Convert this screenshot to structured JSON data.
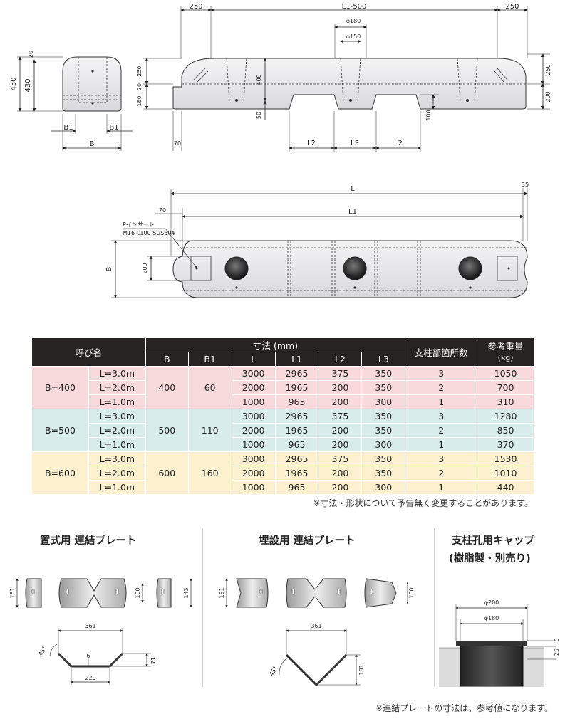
{
  "drawing": {
    "side_view": {
      "top_dims": [
        "250",
        "L1-500",
        "250"
      ],
      "holes": [
        "φ180",
        "φ150"
      ],
      "right_dims": [
        "250",
        "200",
        "100"
      ],
      "center_dims": [
        "400",
        "50"
      ],
      "left_dims": [
        "250",
        "20",
        "180"
      ],
      "bottom_dims": [
        "70",
        "L2",
        "L3",
        "L2"
      ]
    },
    "end_view": {
      "left_dims": [
        "450",
        "430"
      ],
      "top_dim": "20",
      "bottom_dims": [
        "B1",
        "B1",
        "B"
      ]
    },
    "plan_view": {
      "dims": [
        "L",
        "35",
        "70",
        "L1",
        "B",
        "200"
      ],
      "insert_label_1": "Pインサート",
      "insert_label_2": "M16-L100 SUS304"
    }
  },
  "table": {
    "header_name": "呼び名",
    "header_dims": "寸法 (mm)",
    "header_posts": "支柱部箇所数",
    "header_weight_1": "参考重量",
    "header_weight_2": "(kg)",
    "sub_headers": [
      "B",
      "B1",
      "L",
      "L1",
      "L2",
      "L3"
    ],
    "groups": [
      {
        "name": "B=400",
        "B": "400",
        "B1": "60",
        "rows": [
          {
            "label": "L=3.0m",
            "L": "3000",
            "L1": "2965",
            "L2": "375",
            "L3": "350",
            "posts": "3",
            "weight": "1050"
          },
          {
            "label": "L=2.0m",
            "L": "2000",
            "L1": "1965",
            "L2": "200",
            "L3": "350",
            "posts": "2",
            "weight": "700"
          },
          {
            "label": "L=1.0m",
            "L": "1000",
            "L1": "965",
            "L2": "200",
            "L3": "300",
            "posts": "1",
            "weight": "310"
          }
        ]
      },
      {
        "name": "B=500",
        "B": "500",
        "B1": "110",
        "rows": [
          {
            "label": "L=3.0m",
            "L": "3000",
            "L1": "2965",
            "L2": "375",
            "L3": "350",
            "posts": "3",
            "weight": "1280"
          },
          {
            "label": "L=2.0m",
            "L": "2000",
            "L1": "1965",
            "L2": "200",
            "L3": "350",
            "posts": "2",
            "weight": "850"
          },
          {
            "label": "L=1.0m",
            "L": "1000",
            "L1": "965",
            "L2": "200",
            "L3": "300",
            "posts": "1",
            "weight": "370"
          }
        ]
      },
      {
        "name": "B=600",
        "B": "600",
        "B1": "160",
        "rows": [
          {
            "label": "L=3.0m",
            "L": "3000",
            "L1": "2965",
            "L2": "375",
            "L3": "350",
            "posts": "3",
            "weight": "1530"
          },
          {
            "label": "L=2.0m",
            "L": "2000",
            "L1": "1965",
            "L2": "200",
            "L3": "350",
            "posts": "2",
            "weight": "1010"
          },
          {
            "label": "L=1.0m",
            "L": "1000",
            "L1": "965",
            "L2": "200",
            "L3": "300",
            "posts": "1",
            "weight": "440"
          }
        ]
      }
    ],
    "note": "※寸法・形状について予告無く変更することがあります。"
  },
  "plates": {
    "placed": {
      "title": "置式用 連結プレート",
      "dims": [
        "161",
        "100",
        "143",
        "361",
        "45°",
        "6",
        "71",
        "220"
      ]
    },
    "buried": {
      "title": "埋設用 連結プレート",
      "dims": [
        "161",
        "100",
        "361",
        "45°",
        "181"
      ]
    },
    "cap": {
      "title": "支柱孔用キャップ",
      "subtitle": "(樹脂製・別売り)",
      "dims": [
        "φ200",
        "φ180",
        "25",
        "6"
      ]
    },
    "note": "※連結プレートの寸法は、参考値になります。"
  },
  "colors": {
    "header_bg": "#262322",
    "group_pink": "#f9dadc",
    "group_teal": "#d8ecec",
    "group_yellow": "#fdf0cf",
    "concrete": "#e4e4e6"
  }
}
